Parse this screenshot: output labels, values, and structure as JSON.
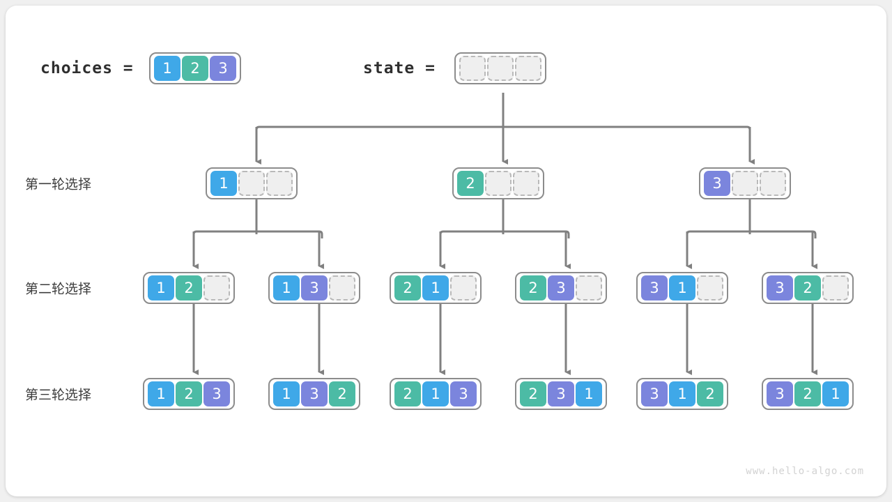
{
  "figure": {
    "title_labels": {
      "choices": "choices  =",
      "state": "state  ="
    },
    "row_labels": [
      "第一轮选择",
      "第二轮选择",
      "第三轮选择"
    ],
    "watermark": "www.hello-algo.com",
    "colors": {
      "value_1": "#3fa8e8",
      "value_2": "#4cbba5",
      "value_3": "#7b85dd",
      "empty_fill": "#efefef",
      "empty_border": "#b9b9b9",
      "group_border": "#8c8c8c",
      "wire": "#808080",
      "card_bg": "#ffffff",
      "page_bg": "#f0f0f0"
    }
  },
  "choices": {
    "label": "choices  =",
    "values": [
      "1",
      "2",
      "3"
    ]
  },
  "state": {
    "label": "state  =",
    "values": [
      "",
      "",
      ""
    ]
  },
  "levels": [
    {
      "label": "第一轮选择",
      "nodes": [
        {
          "cells": [
            "1",
            "",
            ""
          ]
        },
        {
          "cells": [
            "2",
            "",
            ""
          ]
        },
        {
          "cells": [
            "3",
            "",
            ""
          ]
        }
      ]
    },
    {
      "label": "第二轮选择",
      "nodes": [
        {
          "cells": [
            "1",
            "2",
            ""
          ]
        },
        {
          "cells": [
            "1",
            "3",
            ""
          ]
        },
        {
          "cells": [
            "2",
            "1",
            ""
          ]
        },
        {
          "cells": [
            "2",
            "3",
            ""
          ]
        },
        {
          "cells": [
            "3",
            "1",
            ""
          ]
        },
        {
          "cells": [
            "3",
            "2",
            ""
          ]
        }
      ]
    },
    {
      "label": "第三轮选择",
      "nodes": [
        {
          "cells": [
            "1",
            "2",
            "3"
          ]
        },
        {
          "cells": [
            "1",
            "3",
            "2"
          ]
        },
        {
          "cells": [
            "2",
            "1",
            "3"
          ]
        },
        {
          "cells": [
            "2",
            "3",
            "1"
          ]
        },
        {
          "cells": [
            "3",
            "1",
            "2"
          ]
        },
        {
          "cells": [
            "3",
            "2",
            "1"
          ]
        }
      ]
    }
  ]
}
